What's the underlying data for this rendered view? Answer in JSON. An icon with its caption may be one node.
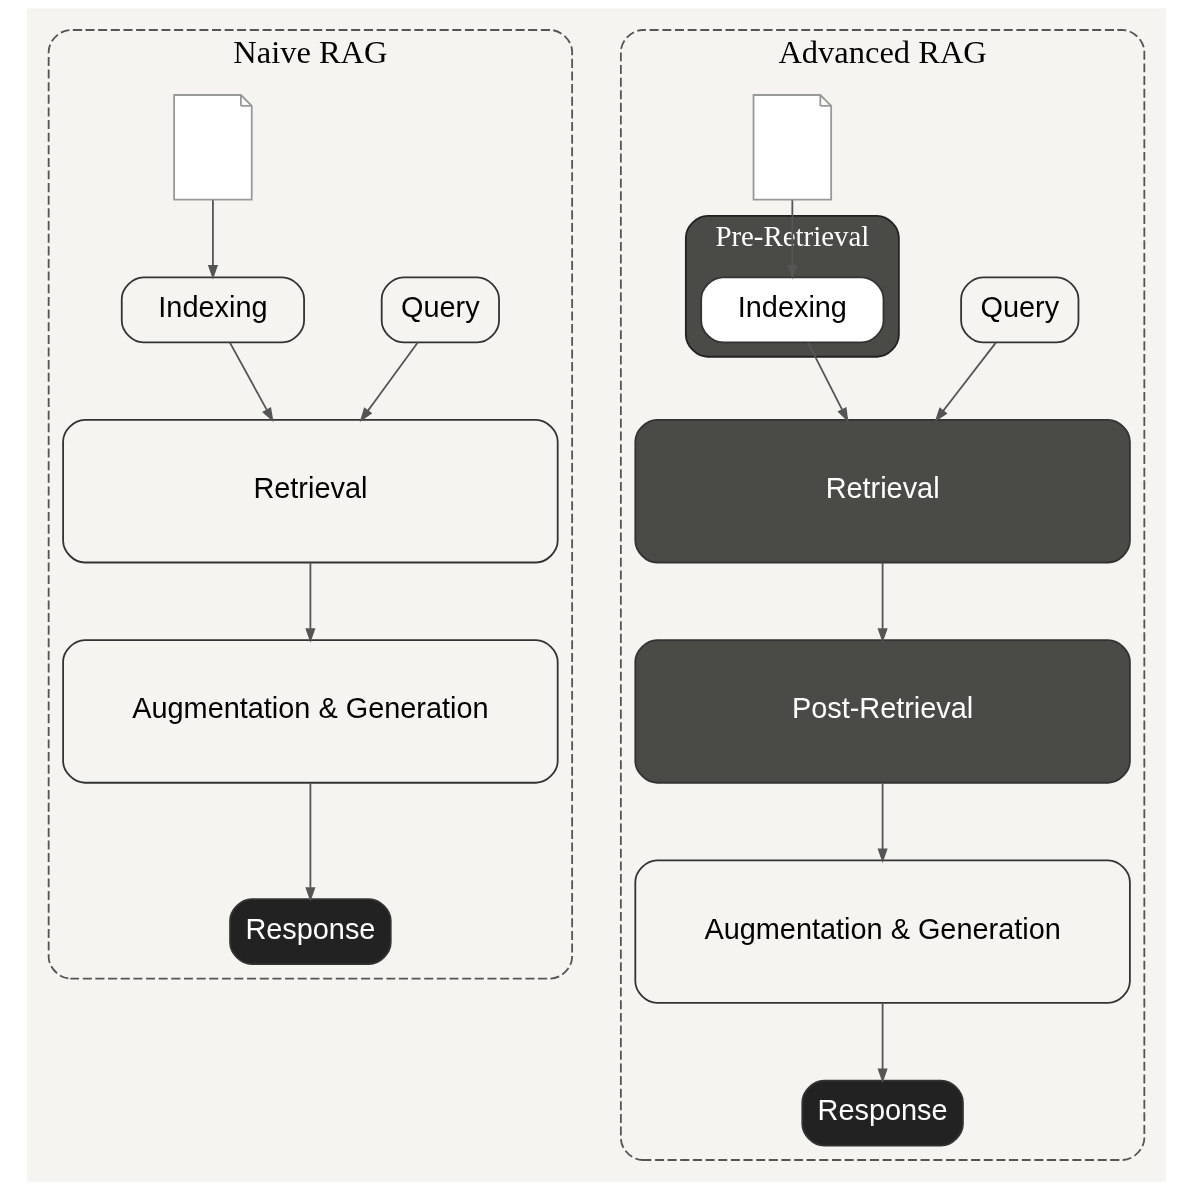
{
  "diagram": {
    "nodes": [
      {
        "text": [
          "Naive RAG"
        ]
      },
      {
        "text": [
          "Query"
        ],
        "in": 0
      },
      {
        "text": [],
        "shape": "picture",
        "in": 0
      },
      {
        "text": [
          "Indexing"
        ],
        "in": 0
      },
      {
        "text": [
          "Retrieval"
        ],
        "in": 0
      },
      {
        "text": [
          "Augmentation & Generation"
        ],
        "in": 0
      },
      {
        "text": [
          "Response"
        ],
        "in": 0
      },
      {
        "text": [
          "Advanced RAG"
        ]
      },
      {
        "text": [
          "Query"
        ],
        "in": 7
      },
      {
        "text": [],
        "shape": "picture",
        "in": 7
      },
      {
        "text": [
          "Pre-Retrieval"
        ],
        "in": 7
      },
      {
        "text": [
          "Indexing"
        ],
        "in": 10
      },
      {
        "text": [
          "Retrieval"
        ],
        "in": 7
      },
      {
        "text": [
          "Post-Retrieval"
        ],
        "in": 7
      },
      {
        "text": [
          "Augmentation & Generation"
        ],
        "in": 7
      },
      {
        "text": [
          "Response"
        ],
        "in": 7
      }
    ],
    "edges": [
      {
        "from": 2,
        "to": 3,
        "arrow": "to"
      },
      {
        "from": 1,
        "to": 4,
        "arrow": "to"
      },
      {
        "from": 3,
        "to": 4,
        "arrow": "to"
      },
      {
        "from": 4,
        "to": 5,
        "arrow": "to"
      },
      {
        "from": 5,
        "to": 6,
        "arrow": "to"
      },
      {
        "from": 9,
        "to": 11,
        "arrow": "to"
      },
      {
        "from": 8,
        "to": 12,
        "arrow": "to"
      },
      {
        "from": 11,
        "to": 12,
        "arrow": "to"
      },
      {
        "from": 12,
        "to": 13,
        "arrow": "to"
      },
      {
        "from": 13,
        "to": 14,
        "arrow": "to"
      },
      {
        "from": 14,
        "to": 15,
        "arrow": "to"
      }
    ]
  }
}
